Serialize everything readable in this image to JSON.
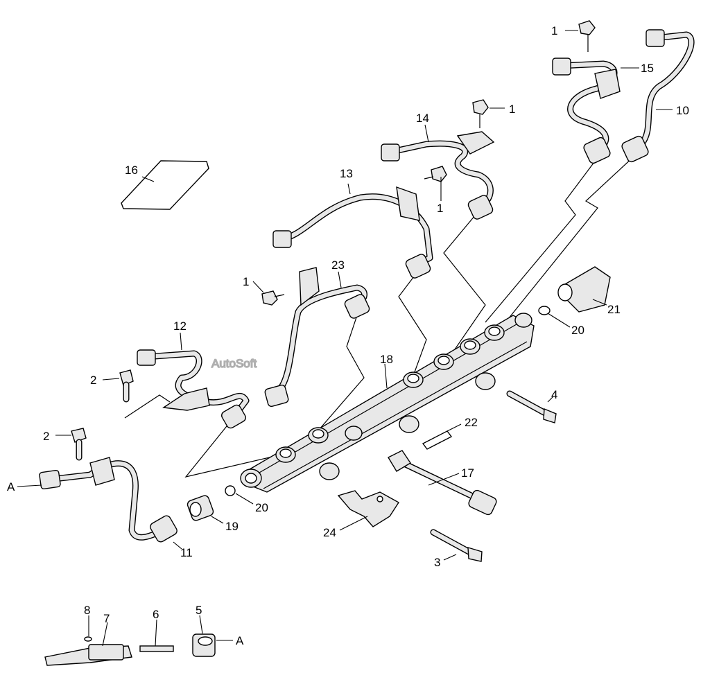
{
  "watermark": "AutoSoft",
  "labels": {
    "l1a": "1",
    "l1b": "1",
    "l1c": "1",
    "l1d": "1",
    "l2a": "2",
    "l2b": "2",
    "l3": "3",
    "l4": "4",
    "l5": "5",
    "l6": "6",
    "l7": "7",
    "l8": "8",
    "l10": "10",
    "l11": "11",
    "l12": "12",
    "l13": "13",
    "l14": "14",
    "l15": "15",
    "l16": "16",
    "l17": "17",
    "l18": "18",
    "l19": "19",
    "l20a": "20",
    "l20b": "20",
    "l21": "21",
    "l22": "22",
    "l23": "23",
    "l24": "24",
    "refA1": "A",
    "refA2": "A"
  }
}
